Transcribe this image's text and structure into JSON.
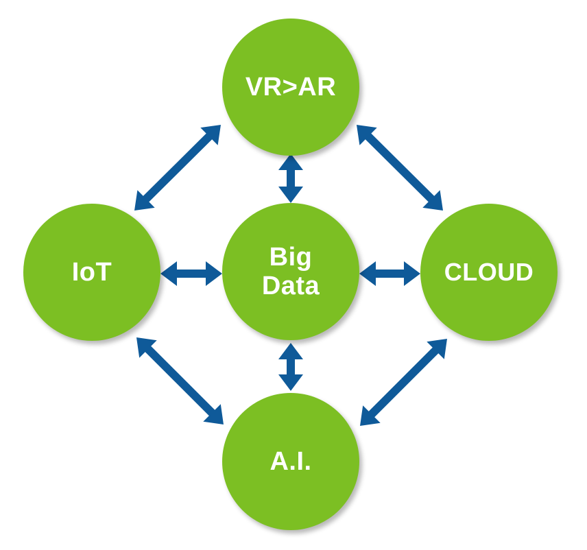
{
  "colors": {
    "node_fill": "#7cbf23",
    "arrow_fill": "#0f5a99",
    "label": "#ffffff"
  },
  "nodes": {
    "top": "VR>AR",
    "left": "IoT",
    "center": "Big\nData",
    "right": "CLOUD",
    "bottom": "A.I."
  }
}
